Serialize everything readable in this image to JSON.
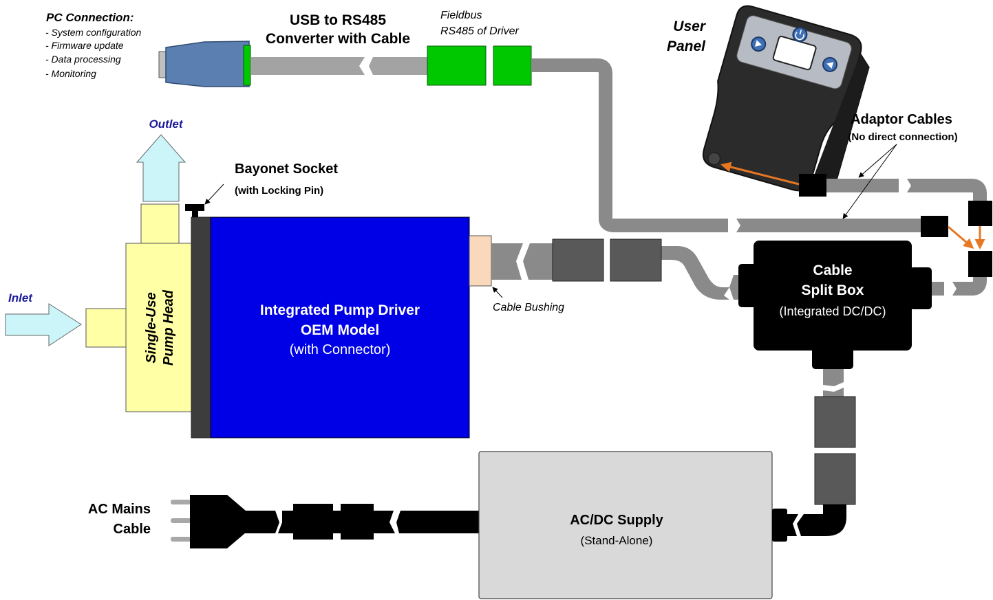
{
  "colors": {
    "cable_gray": "#8a8a8a",
    "cable_light": "#a3a3a3",
    "connector_dark": "#595959",
    "fieldbus_green": "#00c800",
    "usb_blue": "#5b7fb1",
    "driver_blue": "#0000e6",
    "pump_yellow": "#ffffa6",
    "arrow_cyan": "#ccf5fa",
    "bushing_peach": "#f9d8bc",
    "supply_gray": "#d9d9d9",
    "split_black": "#000000",
    "orange_arrow": "#e87722",
    "flow_label_blue": "#1a1a9a"
  },
  "pc_connection": {
    "title": "PC Connection:",
    "items": [
      "- System configuration",
      "- Firmware update",
      "- Data processing",
      "- Monitoring"
    ]
  },
  "usb_converter": {
    "line1": "USB to RS485",
    "line2": "Converter with Cable"
  },
  "fieldbus": {
    "line1": "Fieldbus",
    "line2": "RS485 of Driver"
  },
  "user_panel": {
    "line1": "User",
    "line2": "Panel",
    "buttons": [
      "left-arrow",
      "power",
      "right-arrow"
    ]
  },
  "adaptor_cables": {
    "title": "Adaptor Cables",
    "subtitle": "(No direct connection)"
  },
  "flow": {
    "outlet": "Outlet",
    "inlet": "Inlet"
  },
  "bayonet": {
    "title": "Bayonet Socket",
    "subtitle": "(with Locking Pin)"
  },
  "pump_head": {
    "line1": "Single-Use",
    "line2": "Pump Head"
  },
  "pump_driver": {
    "line1": "Integrated Pump Driver",
    "line2": "OEM Model",
    "line3": "(with Connector)"
  },
  "cable_bushing": "Cable Bushing",
  "split_box": {
    "line1": "Cable",
    "line2": "Split Box",
    "line3": "(Integrated DC/DC)"
  },
  "ac_mains": {
    "line1": "AC Mains",
    "line2": "Cable"
  },
  "supply": {
    "line1": "AC/DC Supply",
    "line2": "(Stand-Alone)"
  }
}
